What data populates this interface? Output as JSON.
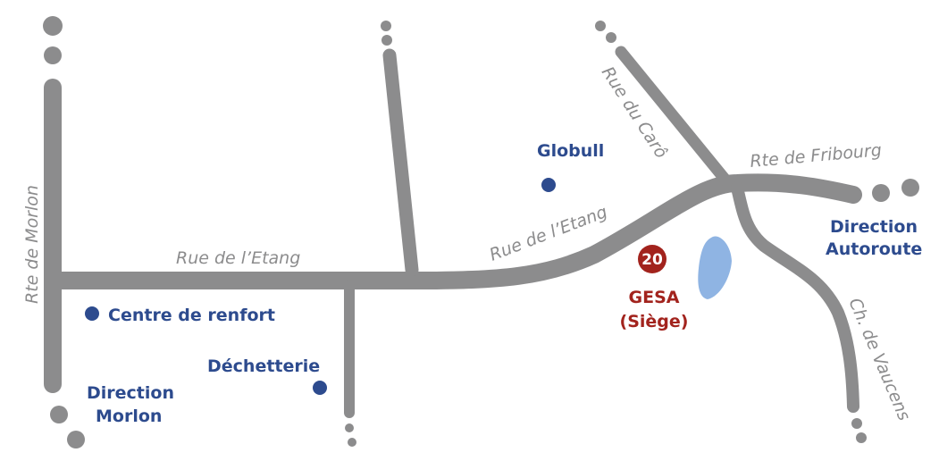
{
  "streets": {
    "rte_de_morlon": "Rte de Morlon",
    "rue_de_letang_west": "Rue de l’Etang",
    "rue_de_letang_east": "Rue de l’Etang",
    "rue_du_caro": "Rue du Carô",
    "rte_de_fribourg": "Rte de Fribourg",
    "ch_de_vaucens": "Ch. de Vaucens"
  },
  "pois": {
    "globull": "Globull",
    "centre_de_renfort": "Centre de renfort",
    "dechetterie": "Déchetterie"
  },
  "directions": {
    "morlon": {
      "line1": "Direction",
      "line2": "Morlon"
    },
    "autoroute": {
      "line1": "Direction",
      "line2": "Autoroute"
    }
  },
  "destination": {
    "number": "20",
    "name": "GESA",
    "subtitle": "(Siège)"
  },
  "colors": {
    "road": "#8c8c8d",
    "poi": "#2d4b8e",
    "destination": "#a2231d",
    "water": "#8fb4e3"
  }
}
